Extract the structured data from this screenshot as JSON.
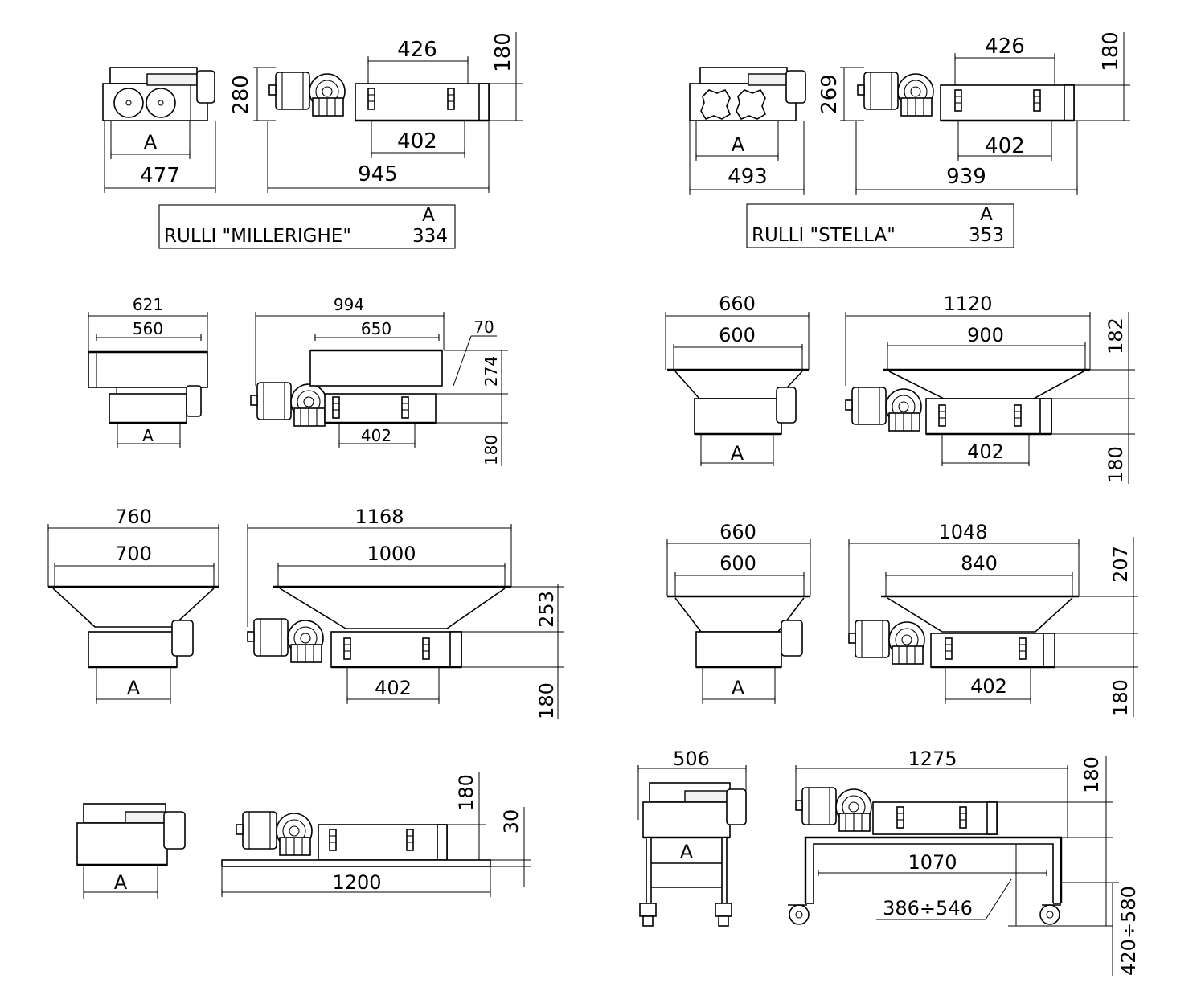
{
  "sec1": {
    "front_A": "A",
    "front_w": "477",
    "side_top": "426",
    "side_bot": "402",
    "side_len": "945",
    "h_left": "280",
    "h_right": "180"
  },
  "sec2": {
    "front_A": "A",
    "front_w": "493",
    "side_top": "426",
    "side_bot": "402",
    "side_len": "939",
    "h_left": "269",
    "h_right": "180"
  },
  "table1": {
    "head": "A",
    "label": "RULLI \"MILLERIGHE\"",
    "value": "334"
  },
  "table2": {
    "head": "A",
    "label": "RULLI \"STELLA\"",
    "value": "353"
  },
  "sec3": {
    "w_outer": "621",
    "w_inner": "560",
    "A": "A",
    "len": "994",
    "top": "650",
    "bot": "402",
    "off": "70",
    "h1": "274",
    "h2": "180"
  },
  "sec4": {
    "w_outer": "660",
    "w_inner": "600",
    "A": "A",
    "len": "1120",
    "top": "900",
    "bot": "402",
    "h1": "182",
    "h2": "180"
  },
  "sec5": {
    "w_outer": "760",
    "w_inner": "700",
    "A": "A",
    "len": "1168",
    "top": "1000",
    "bot": "402",
    "h1": "253",
    "h2": "180"
  },
  "sec6": {
    "w_outer": "660",
    "w_inner": "600",
    "A": "A",
    "len": "1048",
    "top": "840",
    "bot": "402",
    "h1": "207",
    "h2": "180"
  },
  "sec7": {
    "A": "A",
    "len": "1200",
    "h1": "180",
    "h2": "30"
  },
  "sec8": {
    "w": "506",
    "A": "A",
    "len": "1275",
    "span": "1070",
    "adj": "386÷546",
    "h1": "180",
    "h2": "420÷580"
  }
}
